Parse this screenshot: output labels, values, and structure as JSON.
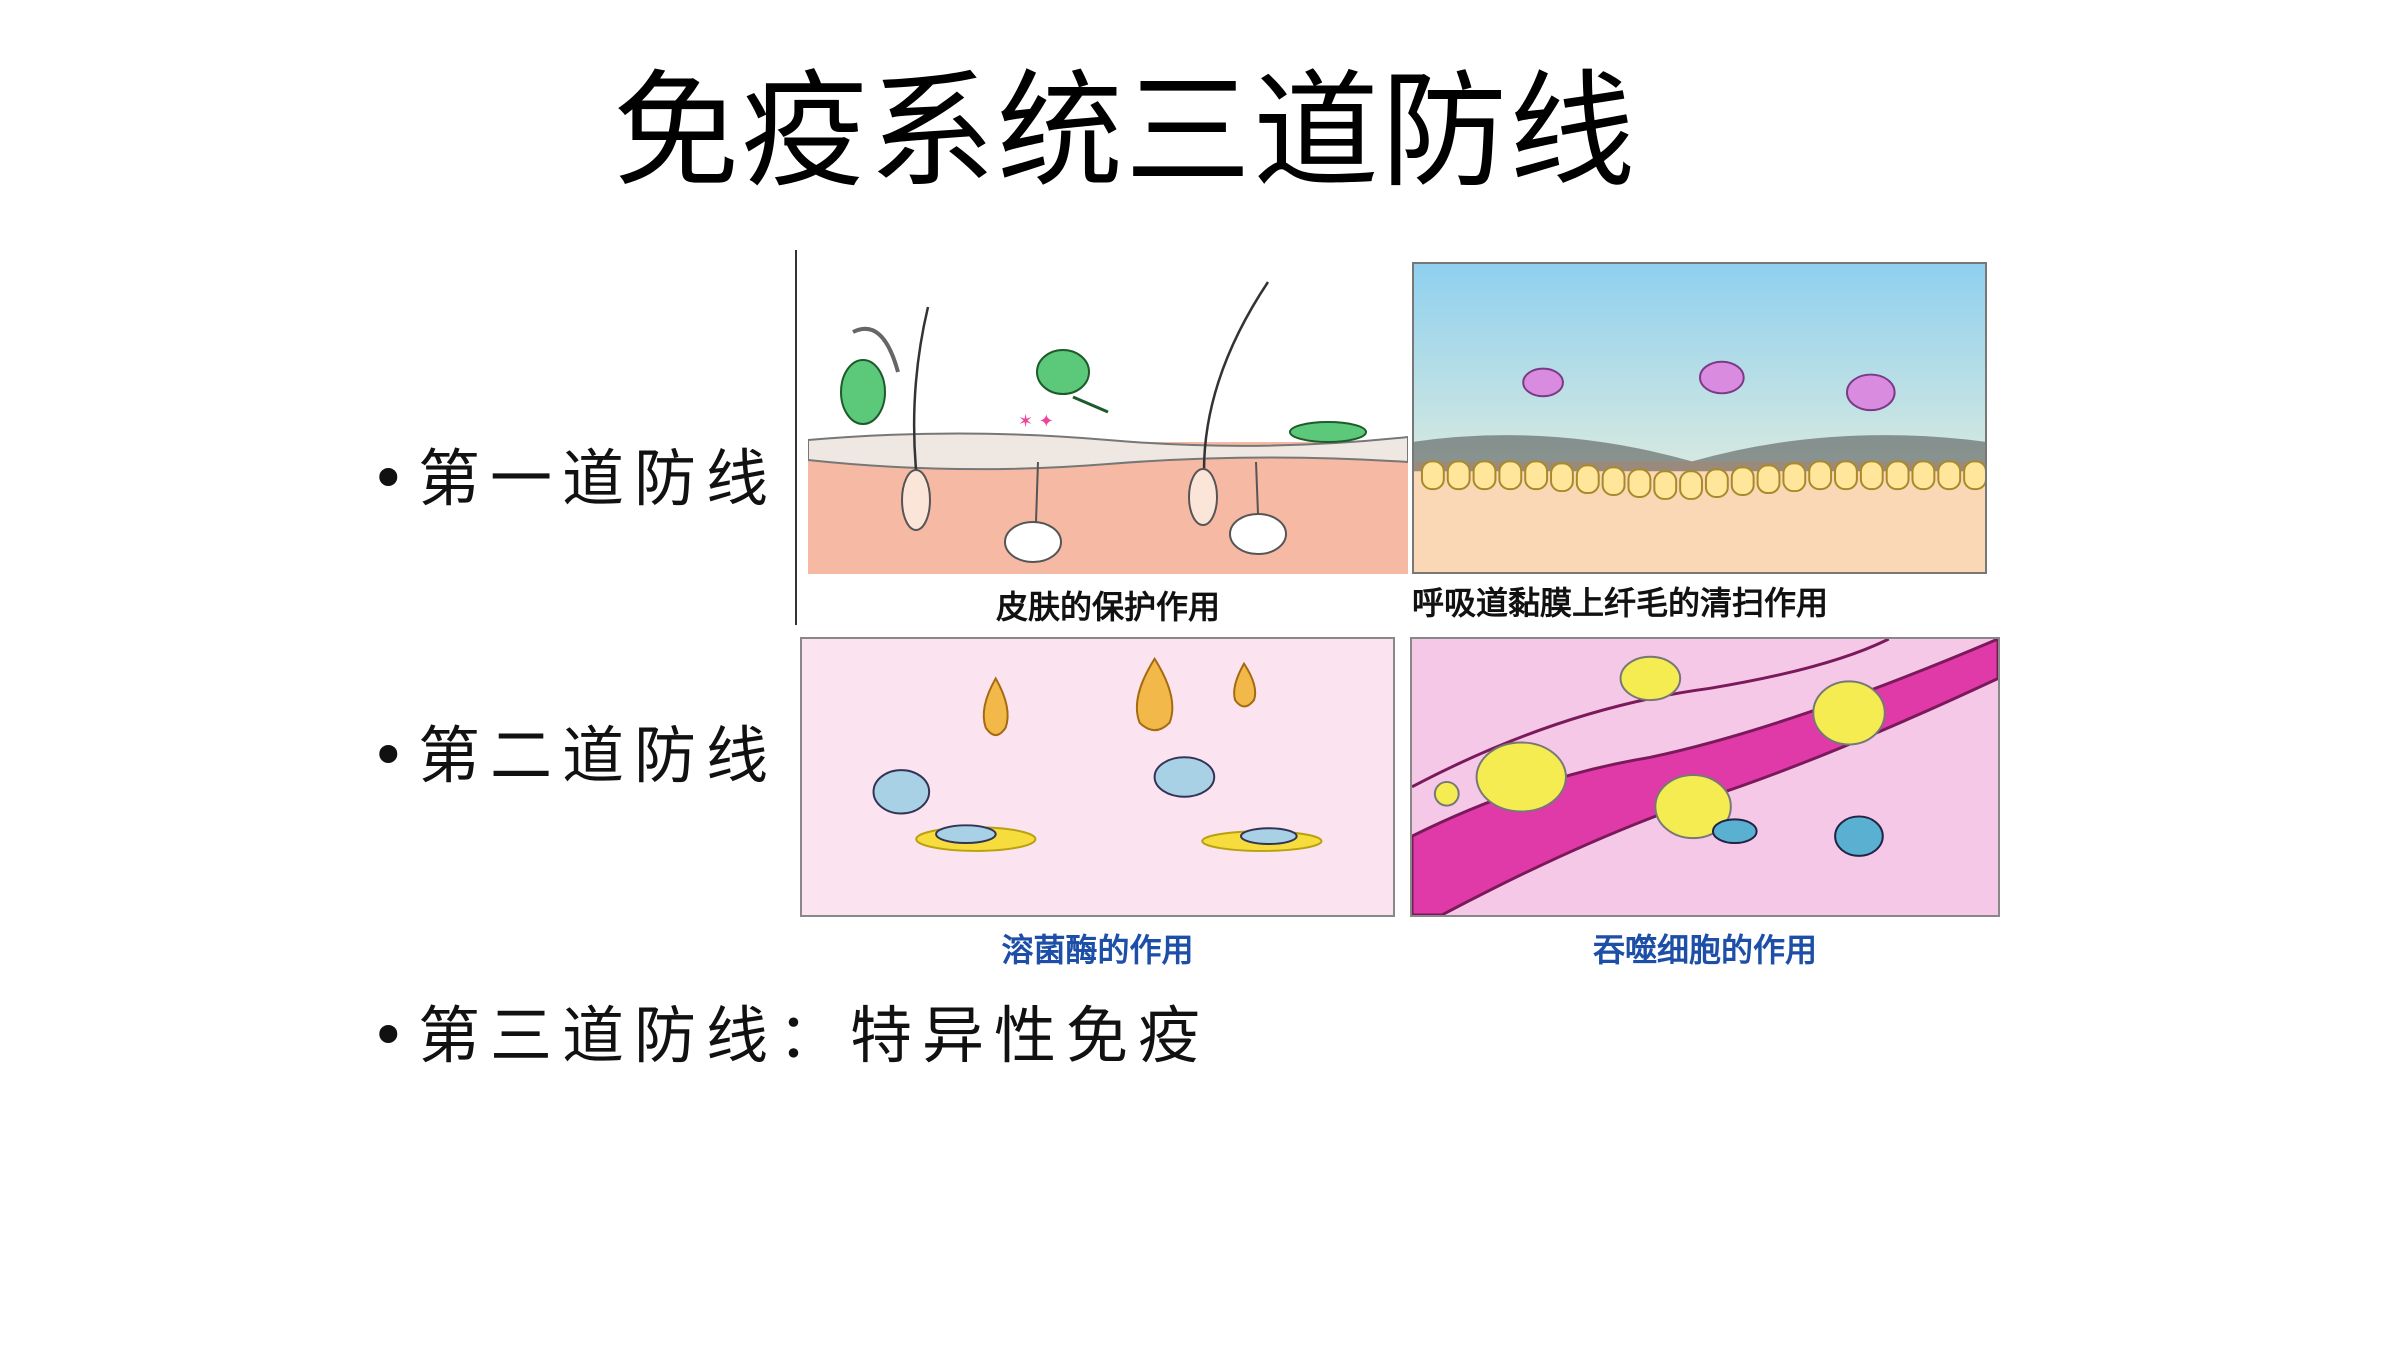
{
  "title": "免疫系统三道防线",
  "bullets": [
    {
      "marker": "•",
      "text": "第一道防线"
    },
    {
      "marker": "•",
      "text": "第二道防线"
    },
    {
      "marker": "•",
      "text": "第三道防线：特异性免疫"
    }
  ],
  "panels": {
    "skin": {
      "caption": "皮肤的保护作用",
      "icon": "skin-cross-section-illustration"
    },
    "cilia": {
      "caption": "呼吸道黏膜上纤毛的清扫作用",
      "icon": "respiratory-cilia-illustration"
    },
    "lysozyme": {
      "caption": "溶菌酶的作用",
      "icon": "lysozyme-droplets-illustration"
    },
    "phagocyte": {
      "caption": "吞噬细胞的作用",
      "icon": "phagocyte-blood-vessel-illustration"
    }
  },
  "colors": {
    "caption_blue": "#1d4fa8",
    "caption_black": "#111111"
  }
}
